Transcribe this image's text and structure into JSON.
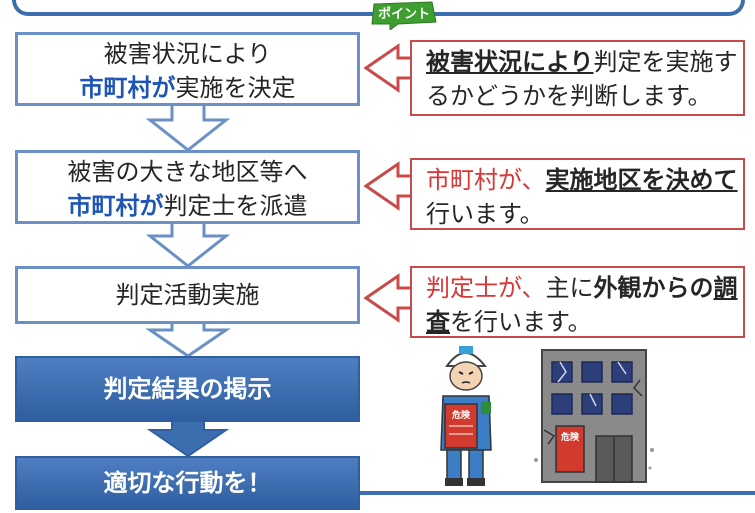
{
  "steps": [
    {
      "line1": "被害状況により",
      "hl": "市町村が",
      "line2_rest": "実施を決定"
    },
    {
      "line1": "被害の大きな地区等へ",
      "hl": "市町村が",
      "line2_rest": "判定士を派遣"
    },
    {
      "line1": "判定活動実施"
    }
  ],
  "bars": [
    {
      "label": "判定結果の掲示"
    },
    {
      "label": "適切な行動を！"
    }
  ],
  "point_badge": "ポイント",
  "callouts": [
    {
      "bold": "被害状況により",
      "rest": "判定を実施するかどうかを判断します。"
    },
    {
      "red": "市町村が、",
      "bold": "実施地区を決めて",
      "rest": "行います。"
    },
    {
      "red": "判定士が、",
      "plain": "主に",
      "bold_plain": "外観からの",
      "bold": "調査",
      "rest": "を行います。"
    }
  ],
  "illustrations": {
    "inspector_armband": "危険",
    "building_sign": "危険"
  },
  "colors": {
    "step_border": "#6a90c6",
    "bar": "#3d6fb0",
    "highlight": "#1f56b5",
    "callout_border": "#c94a4a",
    "red_text": "#d93636",
    "badge": "#3e9e2f"
  }
}
